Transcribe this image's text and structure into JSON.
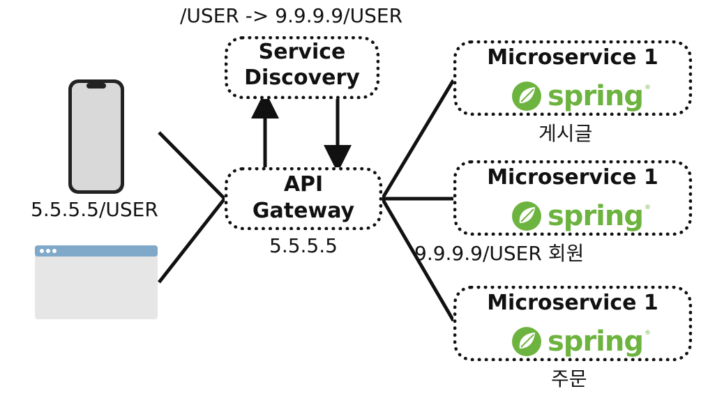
{
  "top_annotation": "/USER -> 9.9.9.9/USER",
  "service_discovery": {
    "line1": "Service",
    "line2": "Discovery"
  },
  "api_gateway": {
    "line1": "API",
    "line2": "Gateway",
    "ip": "5.5.5.5"
  },
  "client": {
    "request_label": "5.5.5.5/USER"
  },
  "microservices": [
    {
      "title": "Microservice 1",
      "logo": "spring",
      "caption": "게시글"
    },
    {
      "title": "Microservice 1",
      "logo": "spring",
      "caption": "9.9.9.9/USER 회원"
    },
    {
      "title": "Microservice 1",
      "logo": "spring",
      "caption": "주문"
    }
  ],
  "spring_logo_color": "#6db33f",
  "icons": [
    "smartphone-icon",
    "browser-window-icon",
    "spring-leaf-icon"
  ]
}
